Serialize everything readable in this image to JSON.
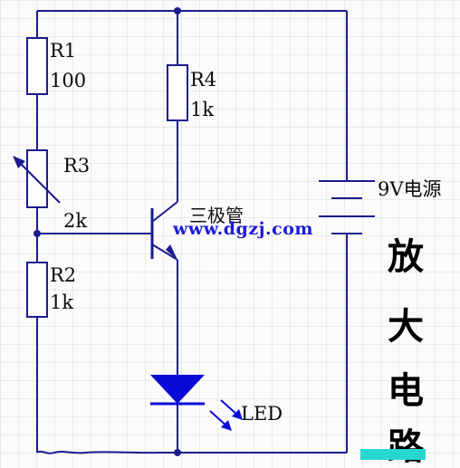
{
  "components": {
    "r1": {
      "name": "R1",
      "value": "100"
    },
    "r3": {
      "name": "R3",
      "value": "2k"
    },
    "r2": {
      "name": "R2",
      "value": "1k"
    },
    "r4": {
      "name": "R4",
      "value": "1k"
    },
    "transistor": {
      "label": "三极管"
    },
    "battery": {
      "label": "9V电源"
    },
    "led": {
      "label": "LED"
    }
  },
  "watermark": "www.dgzj.com",
  "title_chars": [
    "放",
    "大",
    "电",
    "路"
  ],
  "colors": {
    "wire": "#1b1b8f",
    "led": "#0a0ad8",
    "watermark": "#1a1ad6",
    "background": "#fbfbfb",
    "tag": "#27d7cf"
  }
}
